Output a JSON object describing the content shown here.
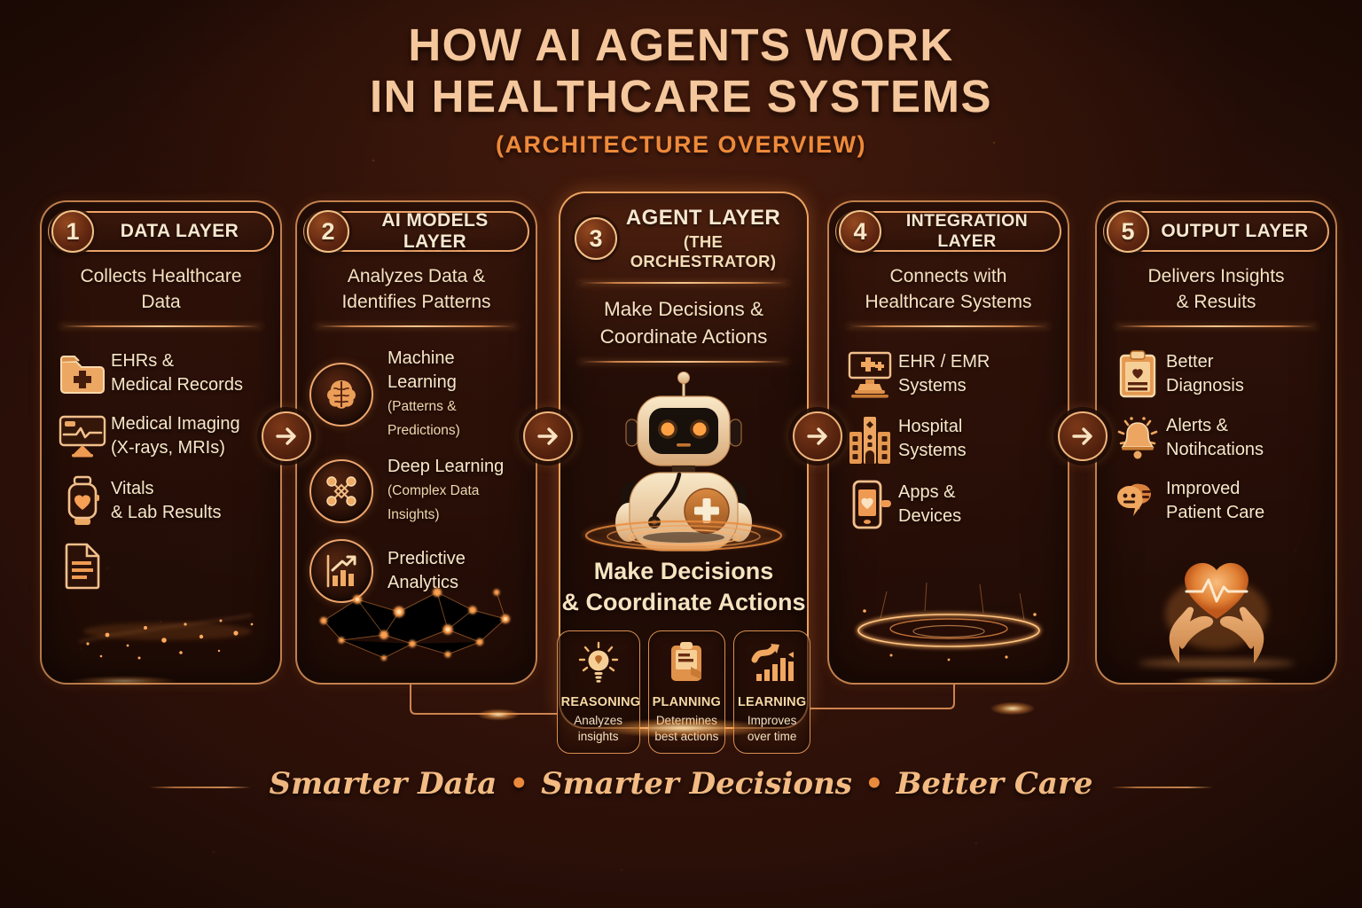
{
  "title": {
    "line1": "HOW AI AGENTS WORK",
    "line2": "IN HEALTHCARE SYSTEMS",
    "subtitle": "(ARCHITECTURE OVERVIEW)"
  },
  "colors": {
    "background": "#2e1109",
    "copper_border": "#e89e63",
    "cream_text": "#f7e7cd",
    "orange_accent": "#ee8a3a",
    "glow": "#ff9a40"
  },
  "layers": [
    {
      "number": "1",
      "title": "DATA LAYER",
      "desc1": "Collects Healthcare",
      "desc2": "Data",
      "items": [
        {
          "icon": "medical-folder-icon",
          "line1": "EHRs &",
          "line2": "Medical Records"
        },
        {
          "icon": "imaging-monitor-icon",
          "line1": "Medical Imaging",
          "line2": "(X-rays, MRIs)"
        },
        {
          "icon": "vitals-smartwatch-icon",
          "line1": "Vitals",
          "line2": "& Lab Results"
        },
        {
          "icon": "document-icon",
          "line1": "",
          "line2": ""
        }
      ]
    },
    {
      "number": "2",
      "title": "AI MODELS LAYER",
      "desc1": "Analyzes Data &",
      "desc2": "Identifies Patterns",
      "items": [
        {
          "icon": "brain-icon",
          "line1": "Machine Learning",
          "sub": "(Patterns & Predictions)"
        },
        {
          "icon": "neural-network-icon",
          "line1": "Deep Learning",
          "sub": "(Complex Data Insights)"
        },
        {
          "icon": "analytics-chart-icon",
          "line1": "Predictive",
          "line2": "Analytics"
        }
      ]
    },
    {
      "number": "3",
      "title": "AGENT LAYER",
      "title2": "(THE ORCHESTRATOR)",
      "desc1": "Make Decisions &",
      "desc2": "Coordinate Actions",
      "caption1": "Make Decisions",
      "caption2": "& Coordinate Actions",
      "capabilities": [
        {
          "icon": "lightbulb-icon",
          "title": "REASONING",
          "desc1": "Analyzes",
          "desc2": "insights"
        },
        {
          "icon": "clipboard-icon",
          "title": "PLANNING",
          "desc1": "Determines",
          "desc2": "best actions"
        },
        {
          "icon": "growth-chart-icon",
          "title": "LEARNING",
          "desc1": "Improves",
          "desc2": "over time"
        }
      ]
    },
    {
      "number": "4",
      "title": "INTEGRATION LAYER",
      "desc1": "Connects with",
      "desc2": "Healthcare Systems",
      "items": [
        {
          "icon": "ehr-terminal-icon",
          "line1": "EHR / EMR",
          "line2": "Systems"
        },
        {
          "icon": "hospital-building-icon",
          "line1": "Hospital",
          "line2": "Systems"
        },
        {
          "icon": "mobile-phone-icon",
          "line1": "Apps &",
          "line2": "Devices"
        }
      ]
    },
    {
      "number": "5",
      "title": "OUTPUT LAYER",
      "desc1": "Delivers Insights",
      "desc2": "& Resuits",
      "items": [
        {
          "icon": "diagnosis-clipboard-icon",
          "line1": "Better",
          "line2": "Diagnosis"
        },
        {
          "icon": "alert-bell-icon",
          "line1": "Alerts &",
          "line2": "Notihcations"
        },
        {
          "icon": "chat-bubbles-icon",
          "line1": "Improved",
          "line2": "Patient Care"
        }
      ]
    }
  ],
  "tagline": {
    "part1": "Smarter Data",
    "sep1": "•",
    "part2": "Smarter Decisions",
    "sep2": "•",
    "part3": "Better Care"
  }
}
